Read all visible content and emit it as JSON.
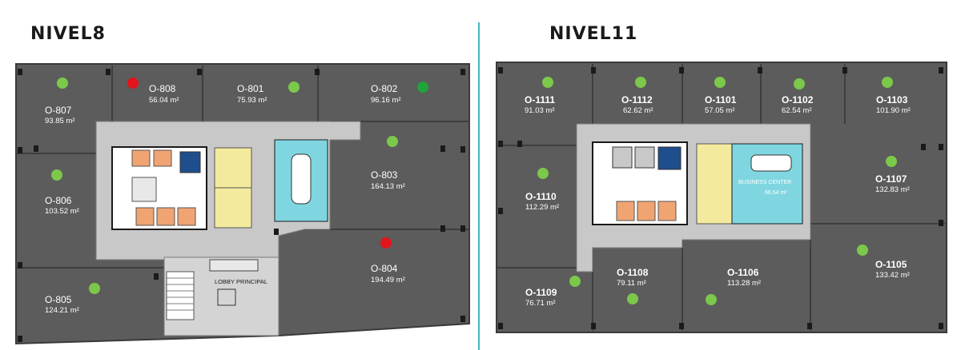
{
  "colors": {
    "available": "#7cc84a",
    "sold": "#e3141b",
    "reserved": "#1fa33a",
    "office": "#5c5c5c",
    "core": "#c8c8c8",
    "meeting": "#7fd6e0",
    "elevator": "#f0a472",
    "restroom": "#f3ea9e",
    "divider": "#3fb6c4"
  },
  "left_plan": {
    "title": "NIVEL8",
    "lobby_label": "LOBBY PRINCIPAL",
    "units": [
      {
        "name": "O-808",
        "area": "56.04 m²",
        "status": "sold"
      },
      {
        "name": "O-801",
        "area": "75.93 m²",
        "status": "available"
      },
      {
        "name": "O-802",
        "area": "96.16 m²",
        "status": "reserved"
      },
      {
        "name": "O-807",
        "area": "93.85 m²",
        "status": "available"
      },
      {
        "name": "O-803",
        "area": "164.13 m²",
        "status": "available"
      },
      {
        "name": "O-806",
        "area": "103.52 m²",
        "status": "available"
      },
      {
        "name": "O-804",
        "area": "194.49 m²",
        "status": "sold"
      },
      {
        "name": "O-805",
        "area": "124.21 m²",
        "status": "available"
      }
    ]
  },
  "right_plan": {
    "title": "NIVEL11",
    "business_center_label": "BUSINESS CENTER",
    "business_center_area": "66.54 m²",
    "units": [
      {
        "name": "O-1111",
        "area": "91.03 m²",
        "status": "available"
      },
      {
        "name": "O-1112",
        "area": "62.62 m²",
        "status": "available"
      },
      {
        "name": "O-1101",
        "area": "57.05 m²",
        "status": "available"
      },
      {
        "name": "O-1102",
        "area": "62.54 m²",
        "status": "available"
      },
      {
        "name": "O-1103",
        "area": "101.90 m²",
        "status": "available"
      },
      {
        "name": "O-1110",
        "area": "112.29 m²",
        "status": "available"
      },
      {
        "name": "O-1107",
        "area": "132.83 m²",
        "status": "available"
      },
      {
        "name": "O-1108",
        "area": "79.11 m²",
        "status": "available"
      },
      {
        "name": "O-1106",
        "area": "113.28 m²",
        "status": "available"
      },
      {
        "name": "O-1105",
        "area": "133.42 m²",
        "status": "available"
      },
      {
        "name": "O-1109",
        "area": "76.71 m²",
        "status": "available"
      }
    ]
  }
}
